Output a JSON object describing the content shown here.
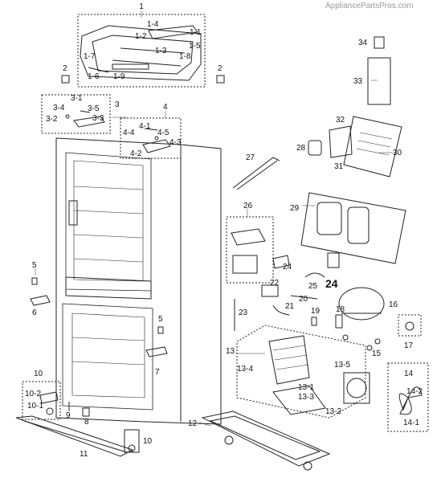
{
  "watermark": "AppliancePartsPros.com",
  "callouts": {
    "c1": "1",
    "c1_1": "1-1",
    "c1_2": "1-2",
    "c1_3": "1-3",
    "c1_4": "1-4",
    "c1_5": "1-5",
    "c1_6": "1-6",
    "c1_7": "1-7",
    "c1_8": "1-8",
    "c1_9": "1-9",
    "c2a": "2",
    "c2b": "2",
    "c3": "3",
    "c3_1": "3-1",
    "c3_2": "3-2",
    "c3_3": "3-3",
    "c3_4": "3-4",
    "c3_5": "3-5",
    "c4": "4",
    "c4_1": "4-1",
    "c4_2": "4-2",
    "c4_3": "4-3",
    "c4_4": "4-4",
    "c4_5": "4-5",
    "c5a": "5",
    "c5b": "5",
    "c6": "6",
    "c7": "7",
    "c8": "8",
    "c9": "9",
    "c10a": "10",
    "c10b": "10",
    "c10_1": "10-1",
    "c10_2": "10-2",
    "c11": "11",
    "c12": "12",
    "c13": "13",
    "c13_1": "13-1",
    "c13_2": "13-2",
    "c13_3": "13-3",
    "c13_4": "13-4",
    "c13_5": "13-5",
    "c14": "14",
    "c14_1": "14-1",
    "c14_2": "14-2",
    "c15": "15",
    "c16": "16",
    "c17": "17",
    "c18": "18",
    "c19": "19",
    "c20": "20",
    "c21": "21",
    "c22": "22",
    "c23": "23",
    "c24a": "24",
    "c24b": "24",
    "c25": "25",
    "c26": "26",
    "c27": "27",
    "c28": "28",
    "c29": "29",
    "c30": "30",
    "c31": "31",
    "c32": "32",
    "c33": "33",
    "c34": "34"
  }
}
